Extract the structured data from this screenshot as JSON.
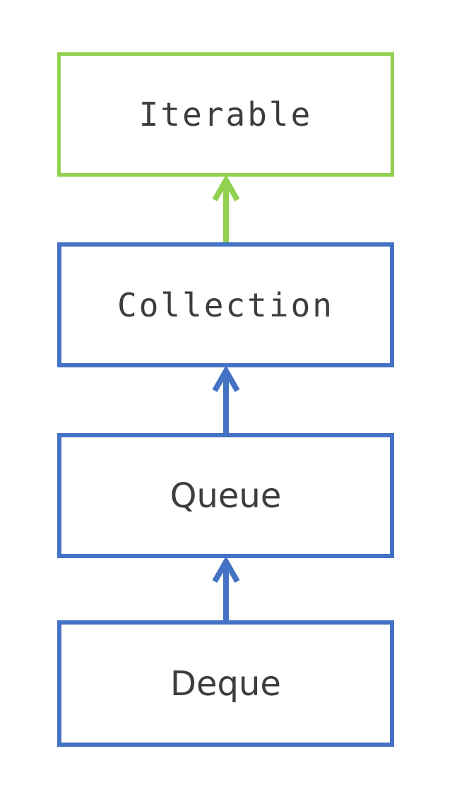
{
  "diagram": {
    "description": "Java collection interface hierarchy diagram",
    "nodes": [
      {
        "id": "iterable",
        "label": "Iterable",
        "border_color": "#92d050"
      },
      {
        "id": "collection",
        "label": "Collection",
        "border_color": "#4472c4"
      },
      {
        "id": "queue",
        "label": "Queue",
        "border_color": "#4472c4"
      },
      {
        "id": "deque",
        "label": "Deque",
        "border_color": "#4472c4"
      }
    ],
    "edges": [
      {
        "from": "Collection",
        "to": "Iterable",
        "color": "#92d050",
        "style": "open-arrowhead-up"
      },
      {
        "from": "Queue",
        "to": "Collection",
        "color": "#4472c4",
        "style": "open-arrowhead-up"
      },
      {
        "from": "Deque",
        "to": "Queue",
        "color": "#4472c4",
        "style": "open-arrowhead-up"
      }
    ],
    "colors": {
      "background": "#ffffff",
      "text": "#3d3d3d",
      "green": "#92d050",
      "blue": "#4472c4"
    }
  }
}
